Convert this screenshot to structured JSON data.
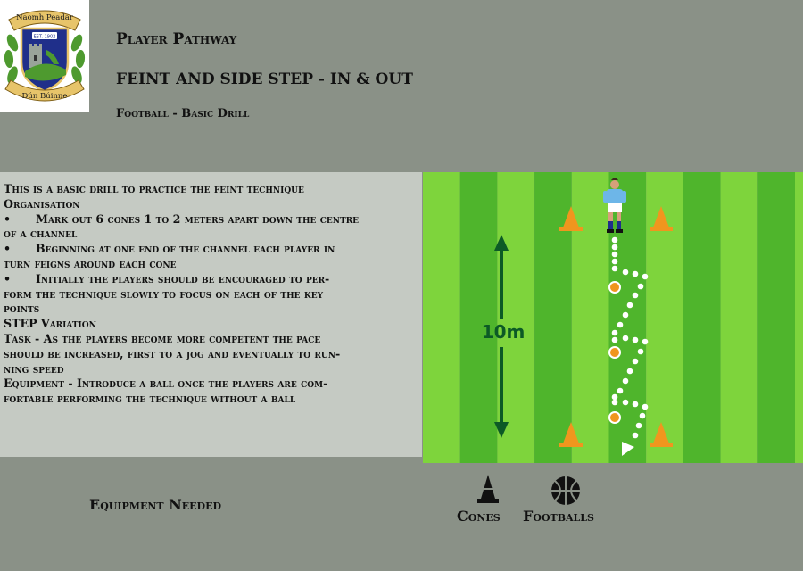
{
  "header": {
    "logo": {
      "top_text": "Naomh Peadar",
      "est": "EST. 1902",
      "bottom_text": "Dún Búinne"
    },
    "pathway": "Player Pathway",
    "title": "FEINT AND SIDE STEP - IN & OUT",
    "type": "Football - Basic Drill"
  },
  "description": {
    "lines": [
      {
        "bullet": false,
        "text": "This is a basic drill to practice the feint technique"
      },
      {
        "bullet": false,
        "text": "Organisation"
      },
      {
        "bullet": true,
        "text": "Mark out 6 cones 1 to 2 meters apart down the centre"
      },
      {
        "bullet": false,
        "text": "of a channel"
      },
      {
        "bullet": true,
        "text": "Beginning at one end of the channel each player in"
      },
      {
        "bullet": false,
        "text": "turn feigns around each cone"
      },
      {
        "bullet": true,
        "text": "Initially the players should be encouraged to per-"
      },
      {
        "bullet": false,
        "text": "form the technique slowly to focus on each of the key"
      },
      {
        "bullet": false,
        "text": "points"
      },
      {
        "bullet": false,
        "text": "STEP Variation"
      },
      {
        "bullet": false,
        "text": "Task - As the players become more competent the pace"
      },
      {
        "bullet": false,
        "text": "should be increased, first to a jog and eventually to run-"
      },
      {
        "bullet": false,
        "text": "ning speed"
      },
      {
        "bullet": false,
        "text": "Equipment - Introduce a ball once the players are com-"
      },
      {
        "bullet": false,
        "text": "fortable performing the technique without a ball"
      }
    ]
  },
  "diagram": {
    "distance_label": "10m"
  },
  "equipment": {
    "heading": "Equipment Needed",
    "cones_label": "Cones",
    "footballs_label": "Footballs"
  },
  "colors": {
    "grass_light": "#7ed43c",
    "grass_dark": "#4fb52c",
    "arrow": "#0c5a26",
    "cone": "#f0961e",
    "ball": "#f0961e",
    "logo_blue": "#1f2f8a",
    "logo_gold": "#e7c46a"
  }
}
